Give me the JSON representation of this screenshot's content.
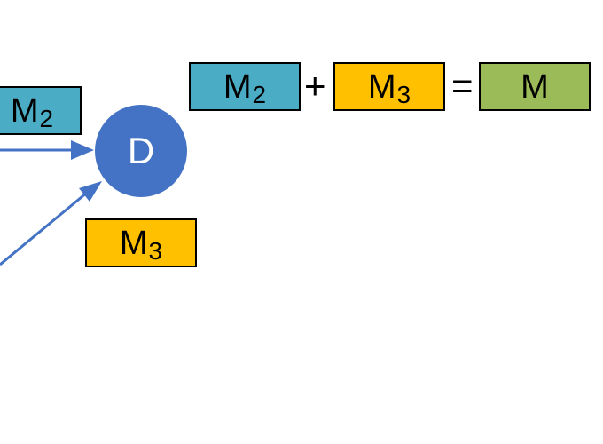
{
  "colors": {
    "blue_box": "#4BACC6",
    "yellow_box": "#FFC000",
    "green_box": "#9BBB59",
    "node": "#4472C4",
    "arrow": "#4472C4"
  },
  "node_d": {
    "label": "D"
  },
  "box_m2_left": {
    "base": "M",
    "sub": "2"
  },
  "box_m3_below": {
    "base": "M",
    "sub": "3"
  },
  "equation": {
    "term1": {
      "base": "M",
      "sub": "2"
    },
    "plus": "+",
    "term2": {
      "base": "M",
      "sub": "3"
    },
    "equals": "=",
    "result": {
      "base": "M"
    }
  }
}
